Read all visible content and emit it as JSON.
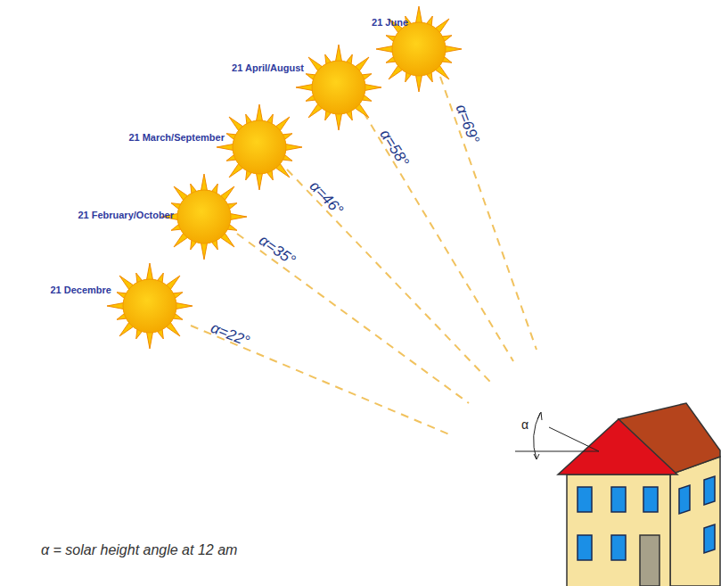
{
  "diagram": {
    "caption": "α = solar height angle at 12 am",
    "labels": [
      "21 June",
      "21 April/August",
      "21 March/September",
      "21 February/October",
      "21 Decembre",
      "α=69°",
      "α=58°",
      "α=46°",
      "α=35°",
      "α=22°",
      "α"
    ]
  }
}
